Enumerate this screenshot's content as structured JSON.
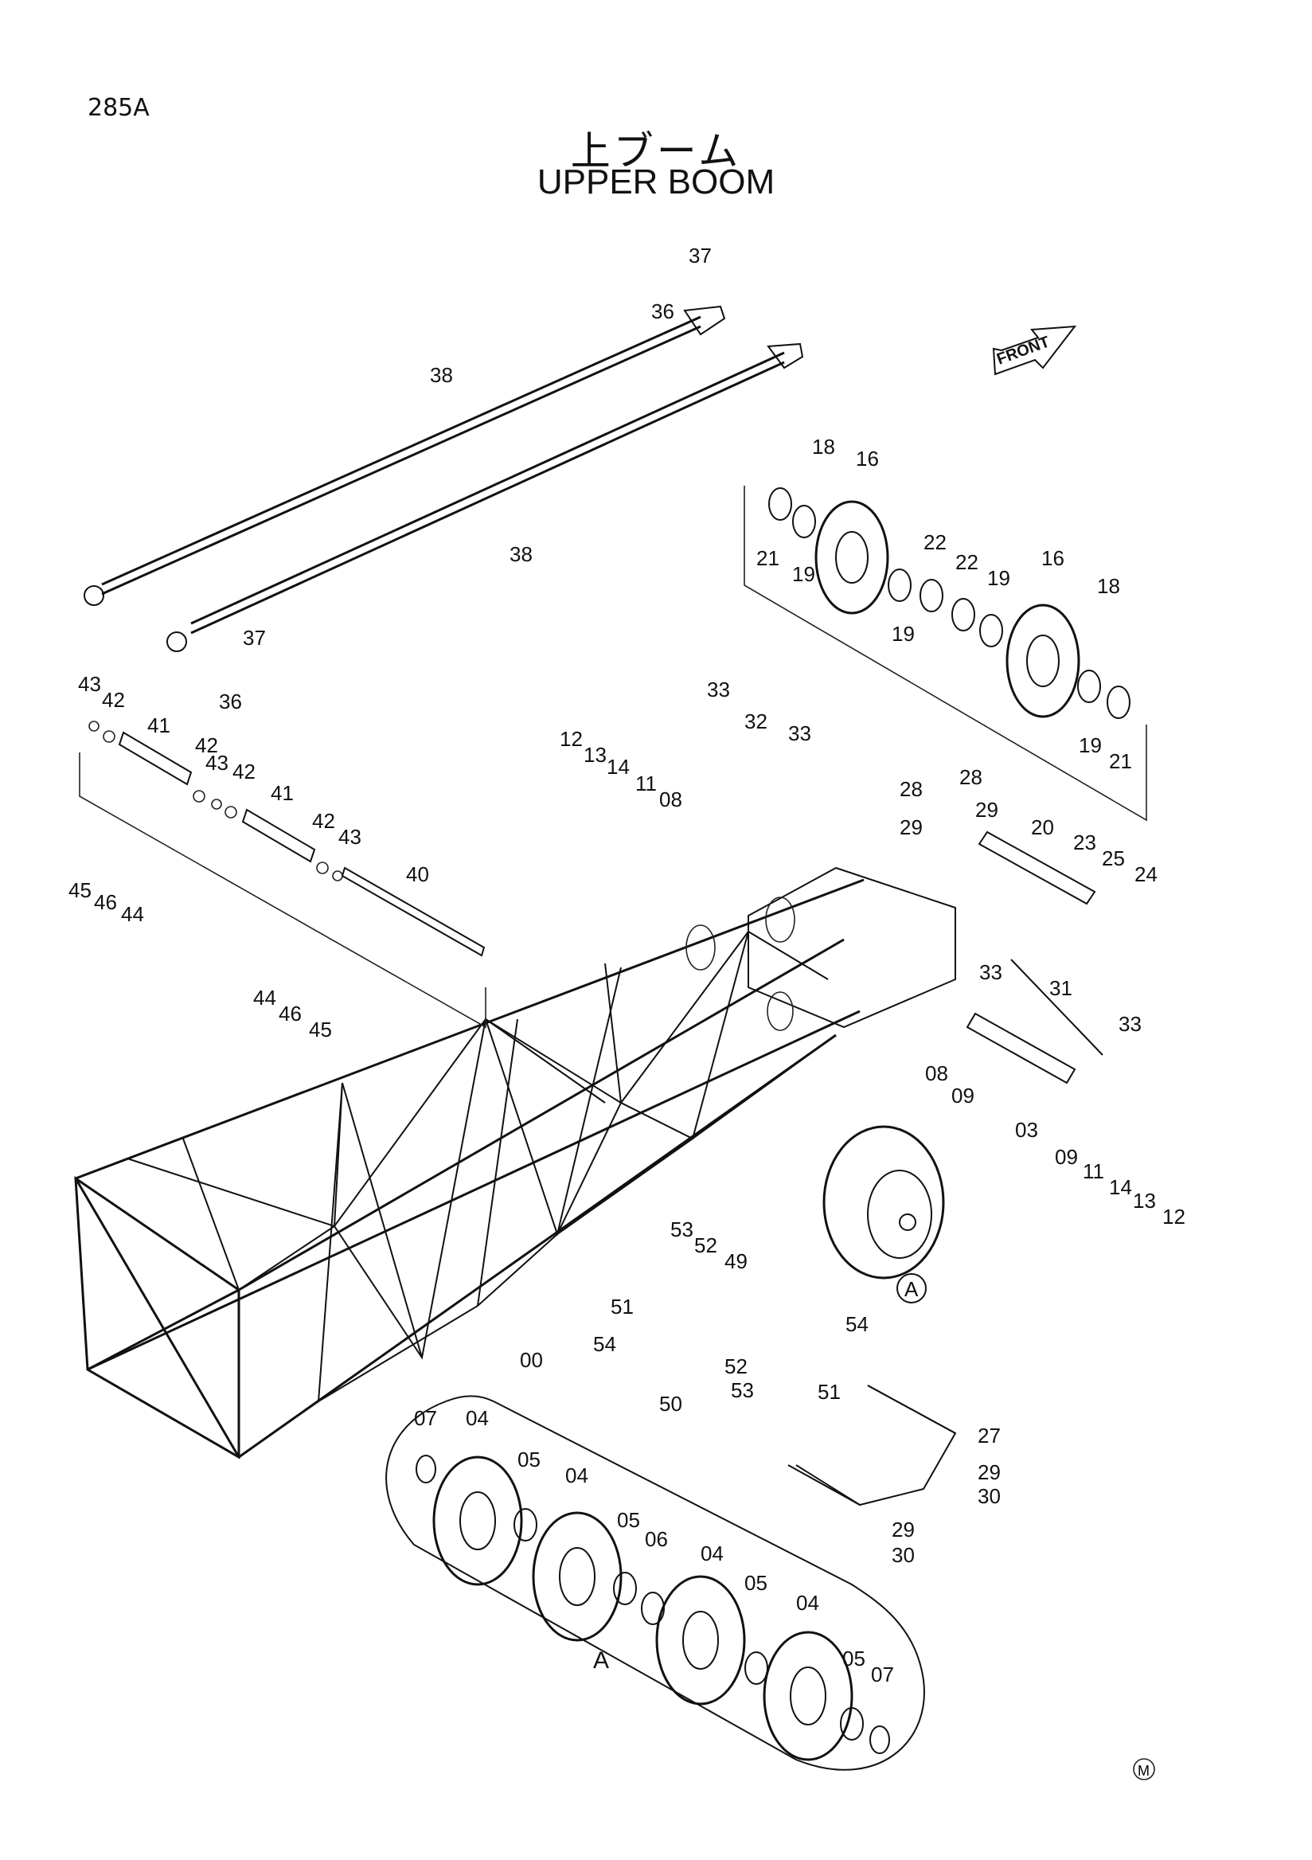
{
  "page_code": "285A",
  "title_jp": "上ブーム",
  "title_en": "UPPER BOOM",
  "front_label": "FRONT",
  "detail_label": "A",
  "detail_callout": "A",
  "mark": "M",
  "part_labels": [
    {
      "t": "37"
    },
    {
      "t": "36"
    },
    {
      "t": "38"
    },
    {
      "t": "38"
    },
    {
      "t": "37"
    },
    {
      "t": "36"
    },
    {
      "t": "18"
    },
    {
      "t": "16"
    },
    {
      "t": "21"
    },
    {
      "t": "19"
    },
    {
      "t": "19"
    },
    {
      "t": "22"
    },
    {
      "t": "22"
    },
    {
      "t": "19"
    },
    {
      "t": "16"
    },
    {
      "t": "18"
    },
    {
      "t": "19"
    },
    {
      "t": "21"
    },
    {
      "t": "43"
    },
    {
      "t": "42"
    },
    {
      "t": "41"
    },
    {
      "t": "42"
    },
    {
      "t": "43"
    },
    {
      "t": "42"
    },
    {
      "t": "41"
    },
    {
      "t": "42"
    },
    {
      "t": "43"
    },
    {
      "t": "40"
    },
    {
      "t": "33"
    },
    {
      "t": "32"
    },
    {
      "t": "33"
    },
    {
      "t": "12"
    },
    {
      "t": "13"
    },
    {
      "t": "14"
    },
    {
      "t": "11"
    },
    {
      "t": "08"
    },
    {
      "t": "28"
    },
    {
      "t": "28"
    },
    {
      "t": "29"
    },
    {
      "t": "29"
    },
    {
      "t": "20"
    },
    {
      "t": "23"
    },
    {
      "t": "25"
    },
    {
      "t": "24"
    },
    {
      "t": "45"
    },
    {
      "t": "46"
    },
    {
      "t": "44"
    },
    {
      "t": "44"
    },
    {
      "t": "46"
    },
    {
      "t": "45"
    },
    {
      "t": "33"
    },
    {
      "t": "31"
    },
    {
      "t": "33"
    },
    {
      "t": "08"
    },
    {
      "t": "09"
    },
    {
      "t": "03"
    },
    {
      "t": "09"
    },
    {
      "t": "11"
    },
    {
      "t": "14"
    },
    {
      "t": "13"
    },
    {
      "t": "12"
    },
    {
      "t": "53"
    },
    {
      "t": "52"
    },
    {
      "t": "49"
    },
    {
      "t": "51"
    },
    {
      "t": "54"
    },
    {
      "t": "52"
    },
    {
      "t": "53"
    },
    {
      "t": "50"
    },
    {
      "t": "54"
    },
    {
      "t": "51"
    },
    {
      "t": "00"
    },
    {
      "t": "27"
    },
    {
      "t": "29"
    },
    {
      "t": "30"
    },
    {
      "t": "29"
    },
    {
      "t": "30"
    },
    {
      "t": "07"
    },
    {
      "t": "04"
    },
    {
      "t": "05"
    },
    {
      "t": "04"
    },
    {
      "t": "05"
    },
    {
      "t": "06"
    },
    {
      "t": "04"
    },
    {
      "t": "05"
    },
    {
      "t": "04"
    },
    {
      "t": "05"
    },
    {
      "t": "07"
    }
  ]
}
